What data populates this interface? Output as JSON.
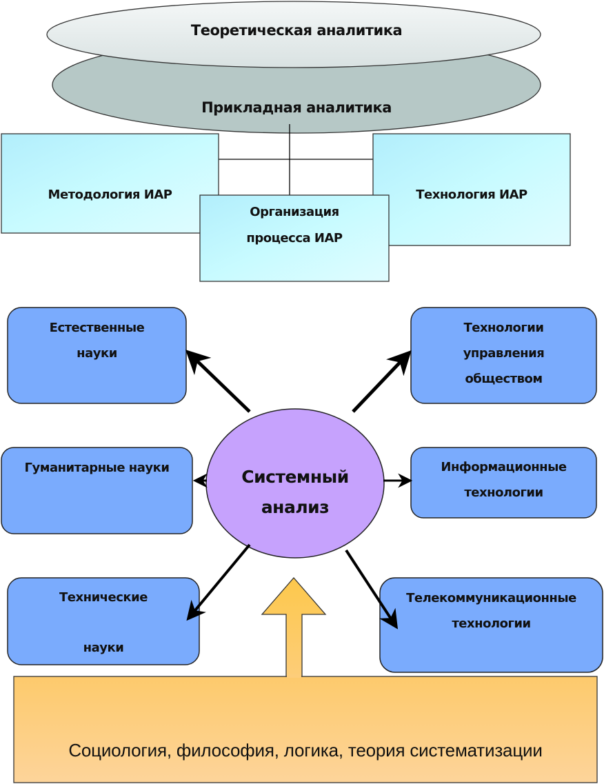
{
  "colors": {
    "ellipse_top": "#e6ecec",
    "ellipse_bottom": "#b4c6c4",
    "iar_box": "#cdfaff",
    "science_box": "#7aabfd",
    "center_ellipse": "#c6a2fd",
    "foundation": "#fdcf85",
    "arrow_up": "#fdca56",
    "stroke": "#000000"
  },
  "layers": {
    "theoretical": "Теоретическая аналитика",
    "applied": "Прикладная аналитика"
  },
  "iar": {
    "methodology": "Методология ИАР",
    "technology": "Технология ИАР",
    "organization_line1": "Организация",
    "organization_line2": "процесса ИАР"
  },
  "center": {
    "line1": "Системный",
    "line2": "анализ"
  },
  "fields": {
    "natural": [
      "Естественные",
      "науки"
    ],
    "humanities": [
      "Гуманитарные науки"
    ],
    "technical": [
      "Технические",
      "науки"
    ],
    "society": [
      "Технологии",
      "управления",
      "обществом"
    ],
    "information": [
      "Информационные",
      "технологии"
    ],
    "telecom": [
      "Телекоммуникационные",
      "технологии"
    ]
  },
  "foundation": {
    "text": "Социология, философия, логика, теория систематизации"
  }
}
